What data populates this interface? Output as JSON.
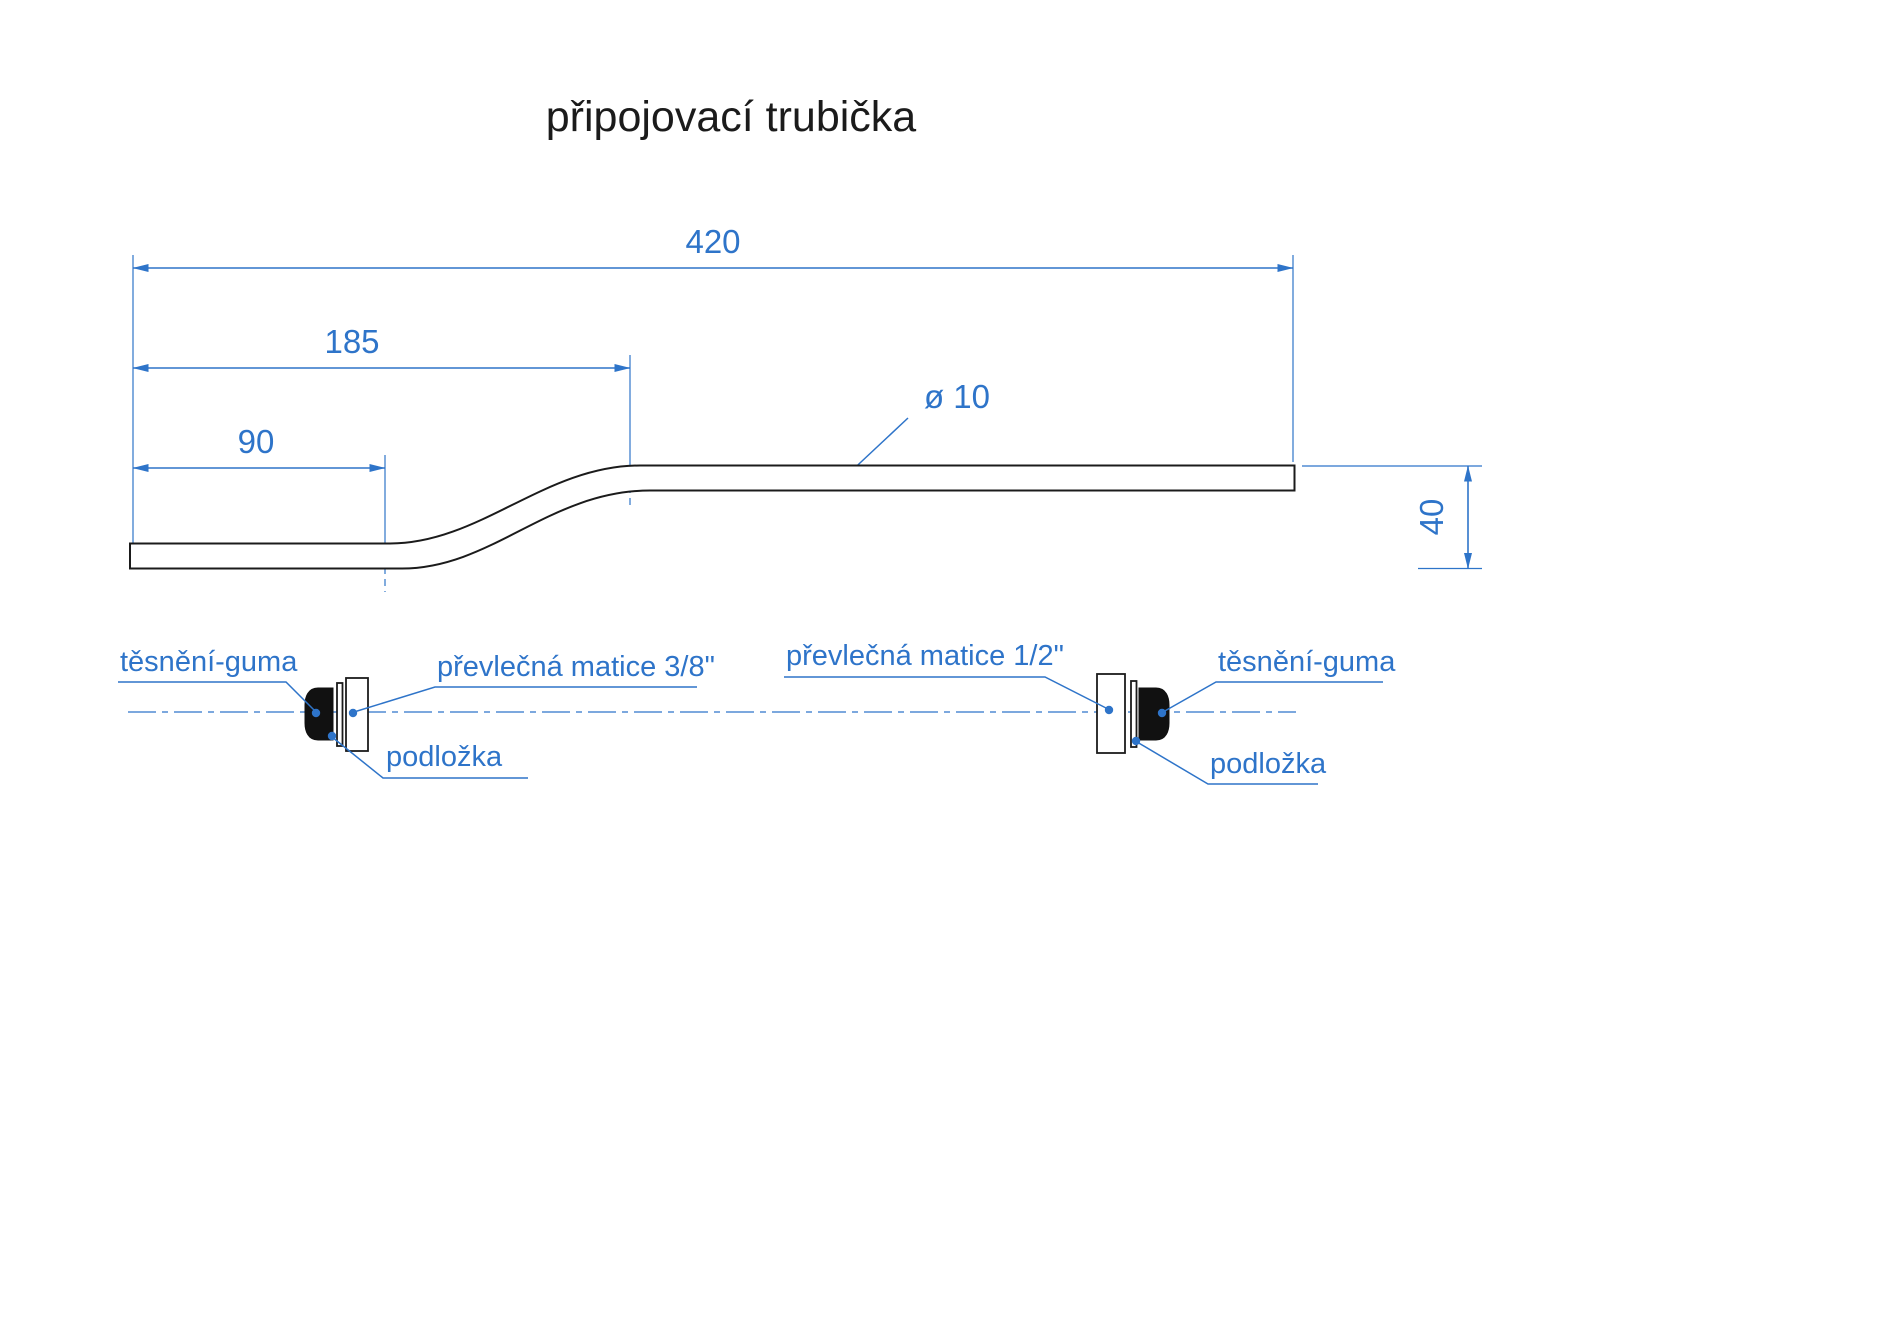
{
  "drawing": {
    "title": "připojovací trubička",
    "colors": {
      "accent": "#2e74c9",
      "line": "#1b1b1b",
      "background": "#ffffff"
    },
    "dimensions": {
      "overall_length": "420",
      "upper_length": "185",
      "lower_length": "90",
      "tube_diameter": "ø 10",
      "bend_offset": "40"
    },
    "parts": {
      "seal_left": "těsnění-guma",
      "union_nut_small": "převlečná matice 3/8\"",
      "washer_left": "podložka",
      "union_nut_large": "převlečná matice 1/2\"",
      "seal_right": "těsnění-guma",
      "washer_right": "podložka"
    }
  }
}
